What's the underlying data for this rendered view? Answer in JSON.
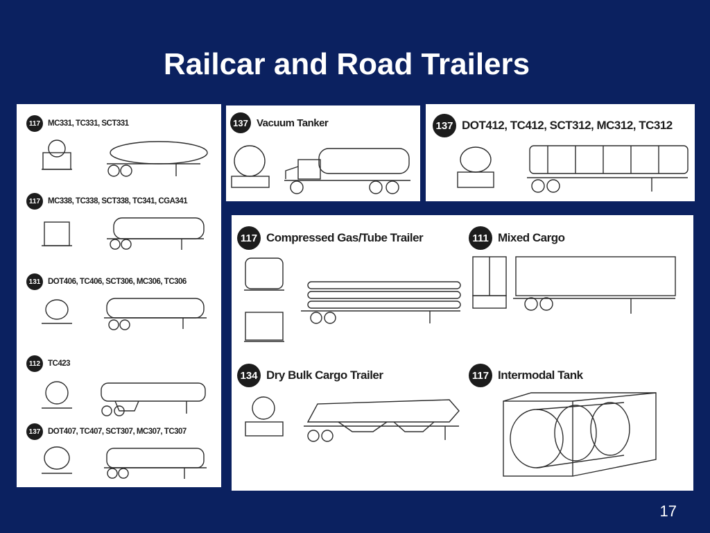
{
  "slide": {
    "title": "Railcar and Road Trailers",
    "page_number": "17"
  },
  "left_panel": [
    {
      "guide": "117",
      "label": "MC331, TC331, SCT331"
    },
    {
      "guide": "117",
      "label": "MC338, TC338, SCT338, TC341, CGA341"
    },
    {
      "guide": "131",
      "label": "DOT406, TC406, SCT306, MC306, TC306"
    },
    {
      "guide": "112",
      "label": "TC423"
    },
    {
      "guide": "137",
      "label": "DOT407, TC407, SCT307, MC307, TC307"
    }
  ],
  "top_middle": {
    "guide": "137",
    "label": "Vacuum Tanker"
  },
  "top_right": {
    "guide": "137",
    "label": "DOT412, TC412, SCT312, MC312, TC312"
  },
  "bottom_panel": [
    {
      "guide": "117",
      "label": "Compressed Gas/Tube Trailer"
    },
    {
      "guide": "111",
      "label": "Mixed Cargo"
    },
    {
      "guide": "134",
      "label": "Dry Bulk Cargo Trailer"
    },
    {
      "guide": "117",
      "label": "Intermodal Tank"
    }
  ]
}
